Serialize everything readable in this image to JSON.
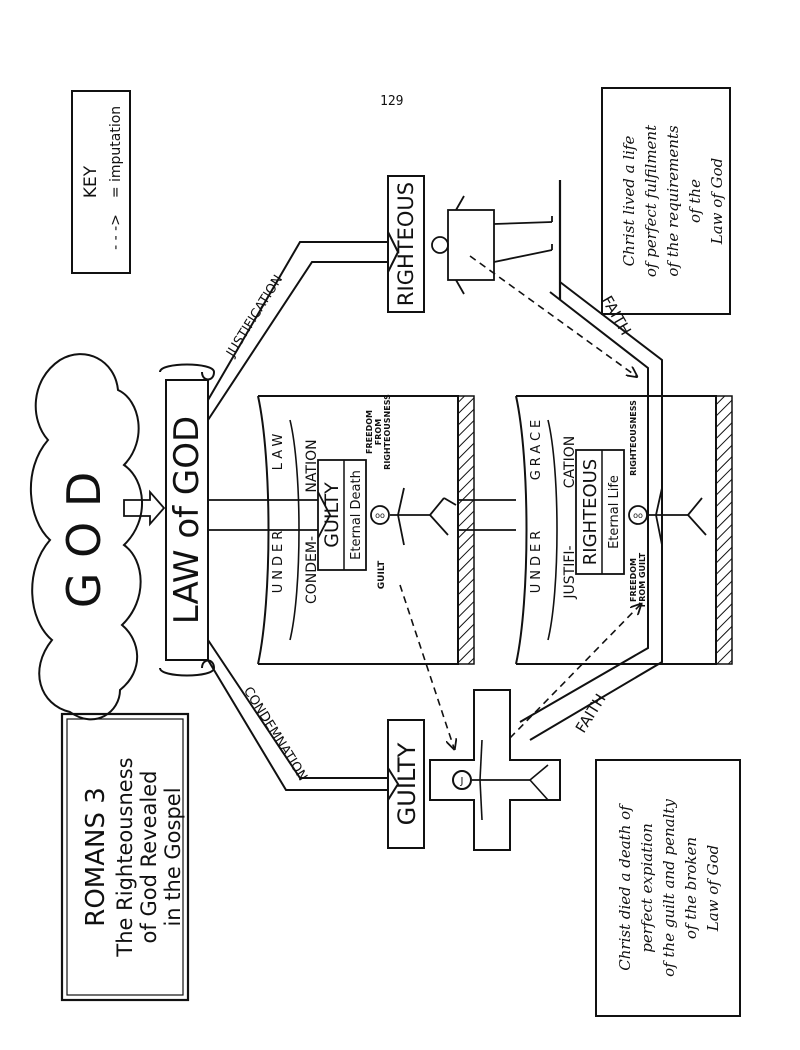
{
  "page_number": "129",
  "key": {
    "title": "KEY",
    "symbol": "- - ->",
    "meaning": "= imputation"
  },
  "god": "G O D",
  "law": "LAW of GOD",
  "justification": "JUSTIFICATION",
  "condemnation": "CONDEMNATION",
  "righteous_top": "RIGHTEOUS",
  "guilty_bottom": "GUILTY",
  "faith_top": "FAITH",
  "faith_bottom": "FAITH",
  "under_law": {
    "words": [
      "UNDER",
      "LAW"
    ],
    "arc_left": "CONDEM-",
    "arc_right": "NATION",
    "status": "GUILTY",
    "destiny": "Eternal Death",
    "freedom": [
      "FREEDOM",
      "FROM",
      "RIGHTEOUSNESS"
    ],
    "guilt": "GUILT"
  },
  "under_grace": {
    "words": [
      "UNDER",
      "GRACE"
    ],
    "arc_left": "JUSTIFI-",
    "arc_right": "CATION",
    "status": "RIGHTEOUS",
    "destiny": "Eternal Life",
    "freedom": [
      "FREEDOM",
      "FROM GUILT"
    ],
    "righteousness": "RIGHTEOUSNESS"
  },
  "note_top": [
    "Christ lived a life",
    "of perfect fulfilment",
    "of the requirements",
    "of the",
    "Law of God"
  ],
  "note_bottom": [
    "Christ died a death of",
    "perfect expiation",
    "of the guilt and penalty",
    "of the broken",
    "Law of God"
  ],
  "romans": {
    "title": "ROMANS 3",
    "lines": [
      "The Righteousness",
      "of God Revealed",
      "in the Gospel"
    ]
  },
  "figure_marks": {
    "lawless": "oo",
    "graced": "oo",
    "christ_top": "",
    "christ_cross": "J"
  }
}
